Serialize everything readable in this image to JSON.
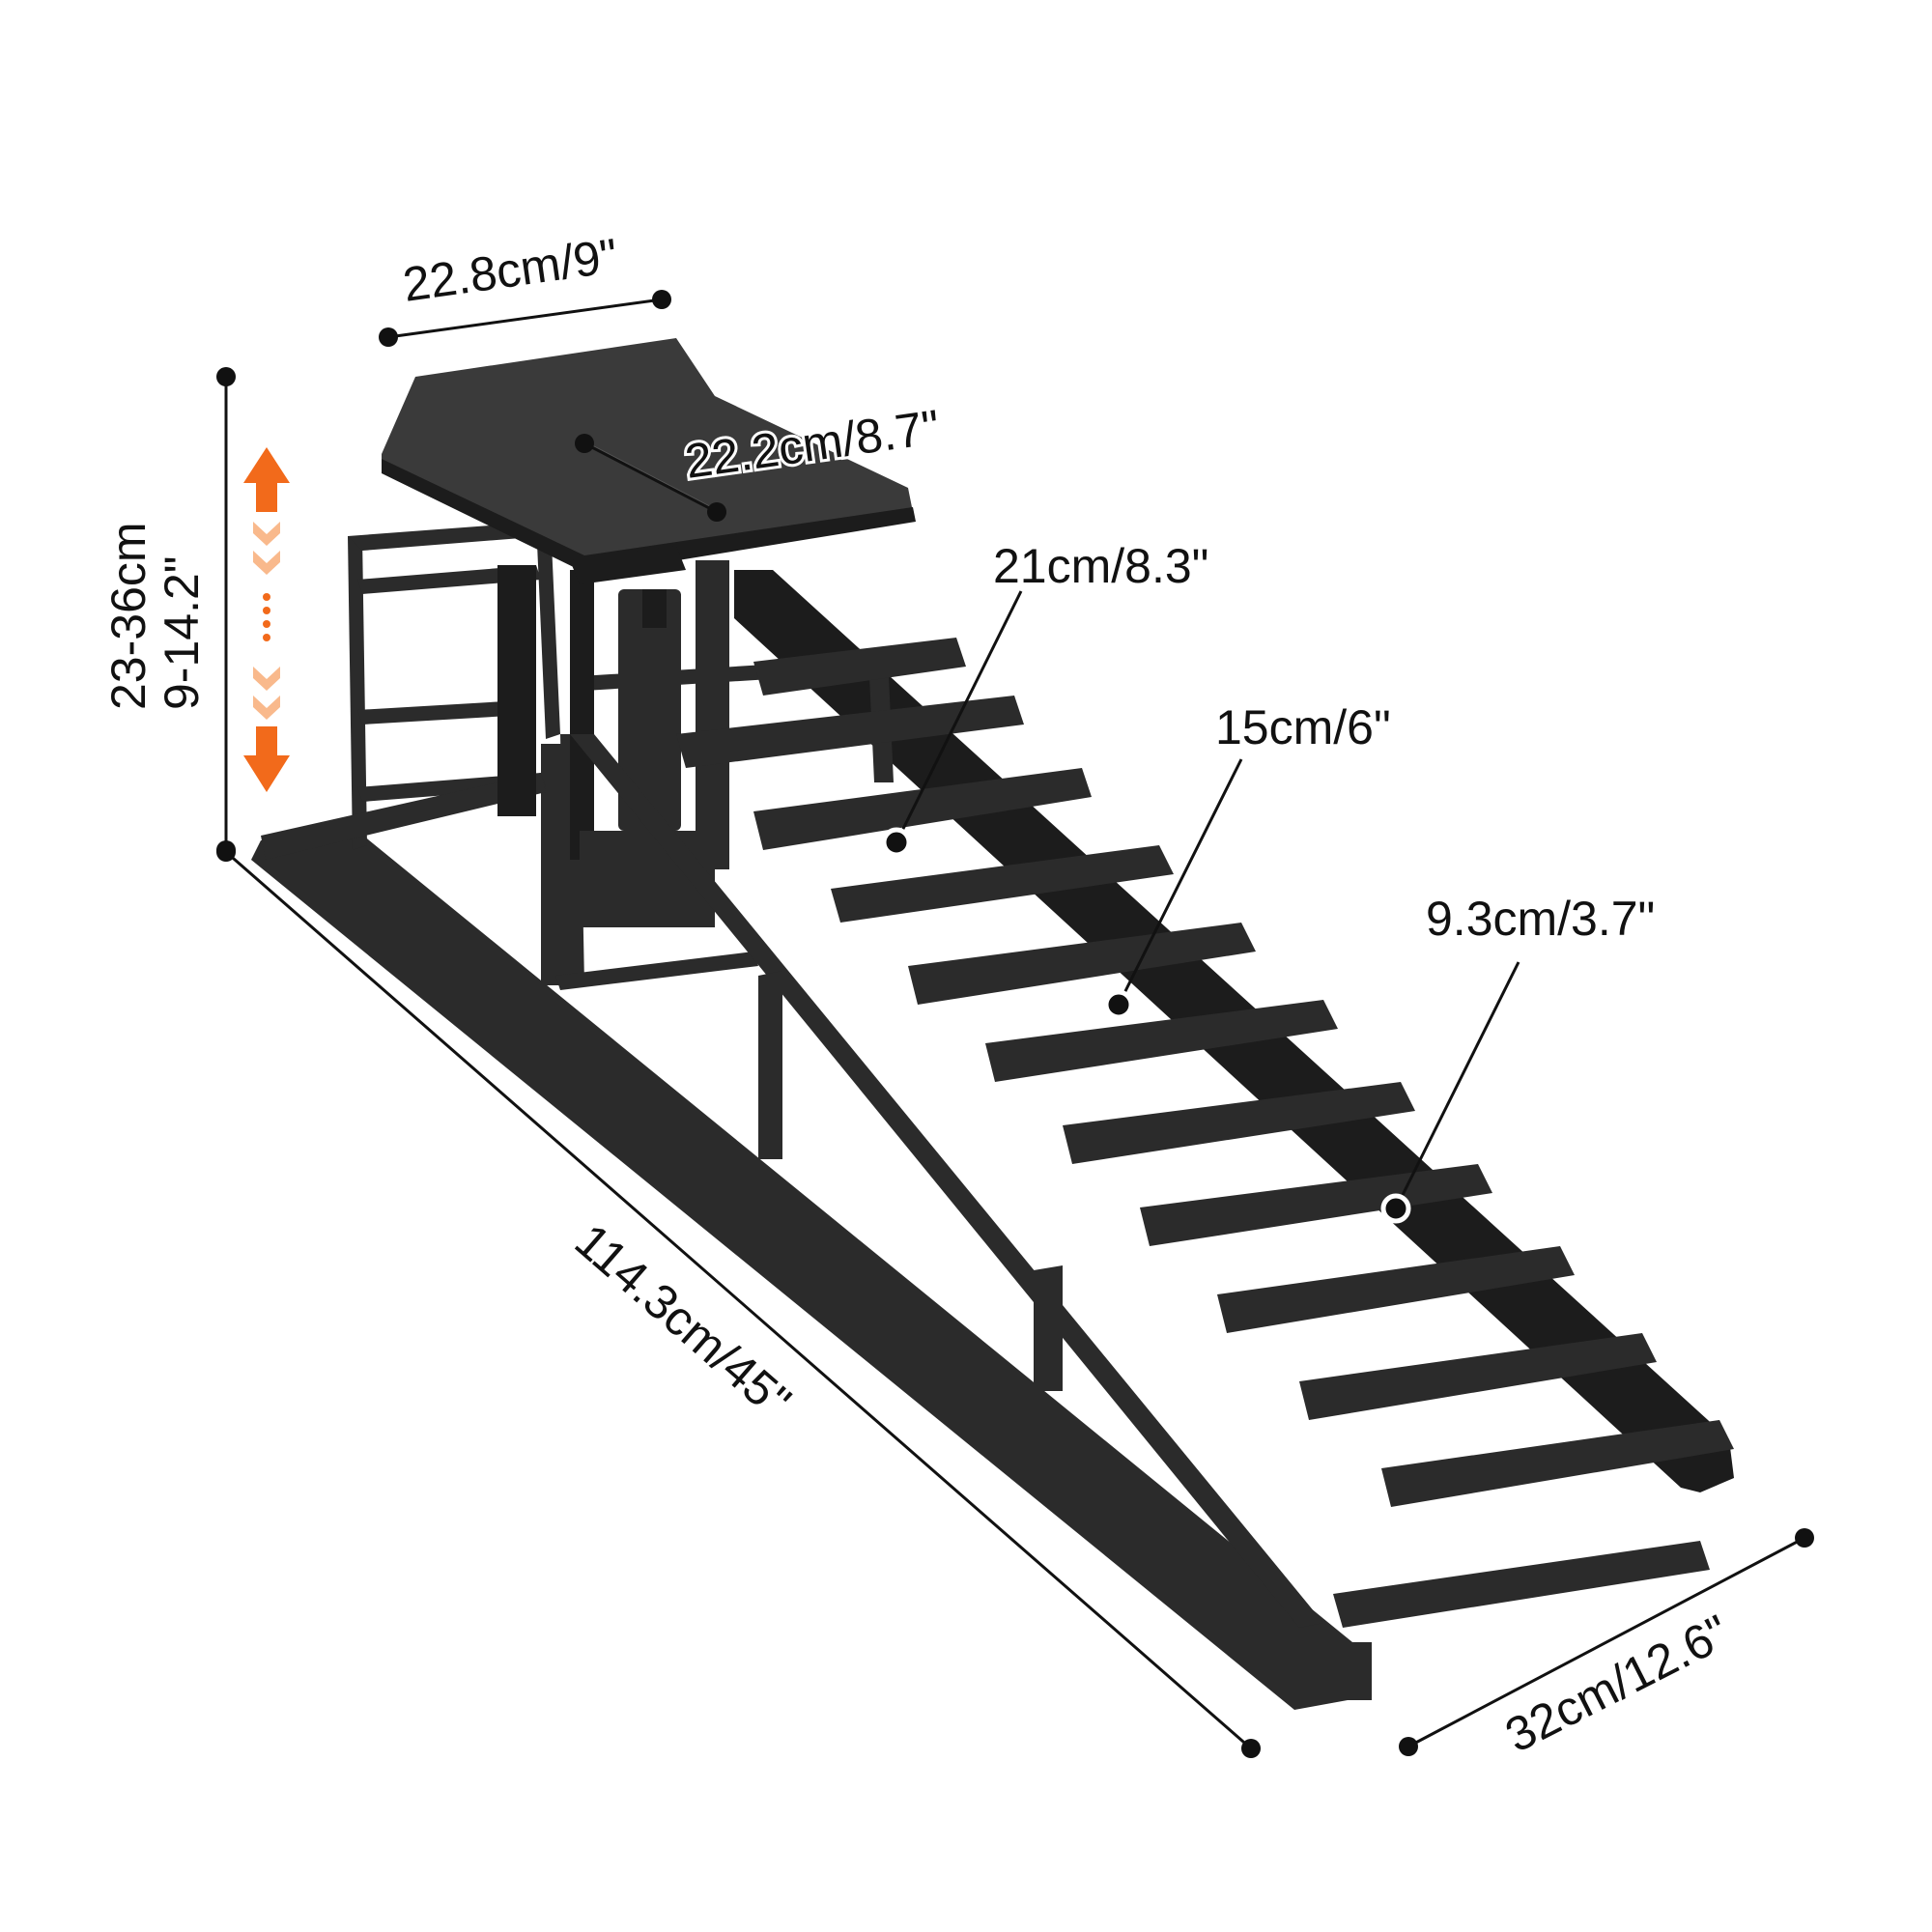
{
  "dimensions": {
    "top_width": "22.8cm/9\"",
    "top_depth": "22.2cm/8.7\"",
    "height_cm": "23-36cm",
    "height_in": "9-14.2\"",
    "step_upper": "21cm/8.3\"",
    "step_middle": "15cm/6\"",
    "step_lower": "9.3cm/3.7\"",
    "total_length": "114.3cm/45\"",
    "total_width": "32cm/12.6\""
  },
  "colors": {
    "frame": "#2b2b2b",
    "frame_dark": "#1c1c1c",
    "platform": "#3a3a3a",
    "arrow_orange": "#f26a1b",
    "arrow_light": "#f9b98c"
  },
  "icons": [
    "height-adjust-arrow-icon"
  ]
}
